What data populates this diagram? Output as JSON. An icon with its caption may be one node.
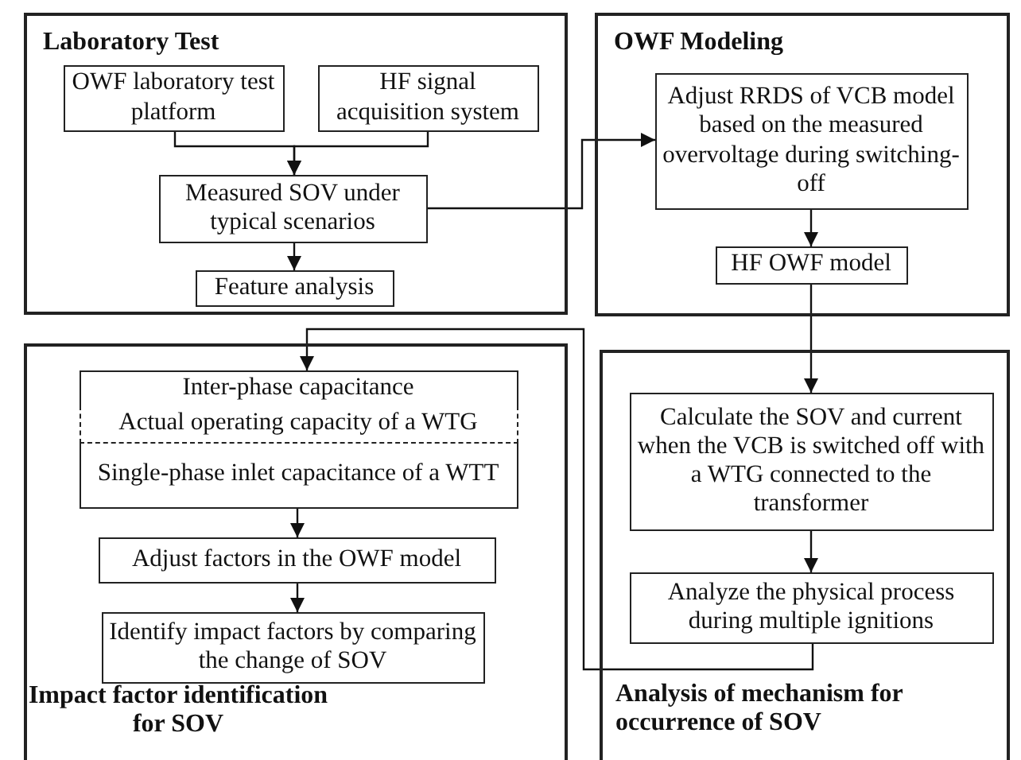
{
  "diagram": {
    "nodes": [
      {
        "text": [
          "Laboratory Test"
        ]
      },
      {
        "text": [
          "OWF laboratory test platform"
        ],
        "in": 0
      },
      {
        "text": [
          "HF signal acquisition system"
        ],
        "in": 0
      },
      {
        "text": [
          "Measured SOV under typical scenarios"
        ],
        "in": 0
      },
      {
        "text": [
          "Feature analysis"
        ],
        "in": 0
      },
      {
        "text": [
          "OWF Modeling"
        ]
      },
      {
        "text": [
          "Adjust RRDS of VCB model based on the measured overvoltage during switching-off"
        ],
        "in": 5
      },
      {
        "text": [
          "HF OWF model"
        ],
        "in": 5
      },
      {
        "text": [
          "Impact factor identification for SOV"
        ]
      },
      {
        "text": [
          "Inter-phase capacitance"
        ],
        "in": 8
      },
      {
        "text": [
          "Actual operating capacity of a WTG"
        ],
        "in": 8
      },
      {
        "text": [
          "Single-phase inlet capacitance of a WTT"
        ],
        "in": 8
      },
      {
        "text": [
          "Adjust factors in the OWF model"
        ],
        "in": 8
      },
      {
        "text": [
          "Identify impact factors by comparing the change of SOV"
        ],
        "in": 8
      },
      {
        "text": [
          "Analysis of mechanism for occurrence of SOV"
        ]
      },
      {
        "text": [
          "Calculate the SOV and current when the VCB is switched off with a WTG connected to the transformer"
        ],
        "in": 14
      },
      {
        "text": [
          "Analyze the physical process during multiple ignitions"
        ],
        "in": 14
      }
    ],
    "edges": [
      {
        "from": 1,
        "to": 3,
        "arrow": "to"
      },
      {
        "from": 2,
        "to": 3,
        "arrow": "to"
      },
      {
        "from": 3,
        "to": 4,
        "arrow": "to"
      },
      {
        "from": 3,
        "to": 6,
        "arrow": "to"
      },
      {
        "from": 6,
        "to": 7,
        "arrow": "to"
      },
      {
        "from": 7,
        "to": 15,
        "arrow": "to"
      },
      {
        "from": 15,
        "to": 16,
        "arrow": "to"
      },
      {
        "from": 16,
        "to": 9,
        "arrow": "to"
      },
      {
        "from": 11,
        "to": 12,
        "arrow": "to"
      },
      {
        "from": 12,
        "to": 13,
        "arrow": "to"
      }
    ]
  }
}
